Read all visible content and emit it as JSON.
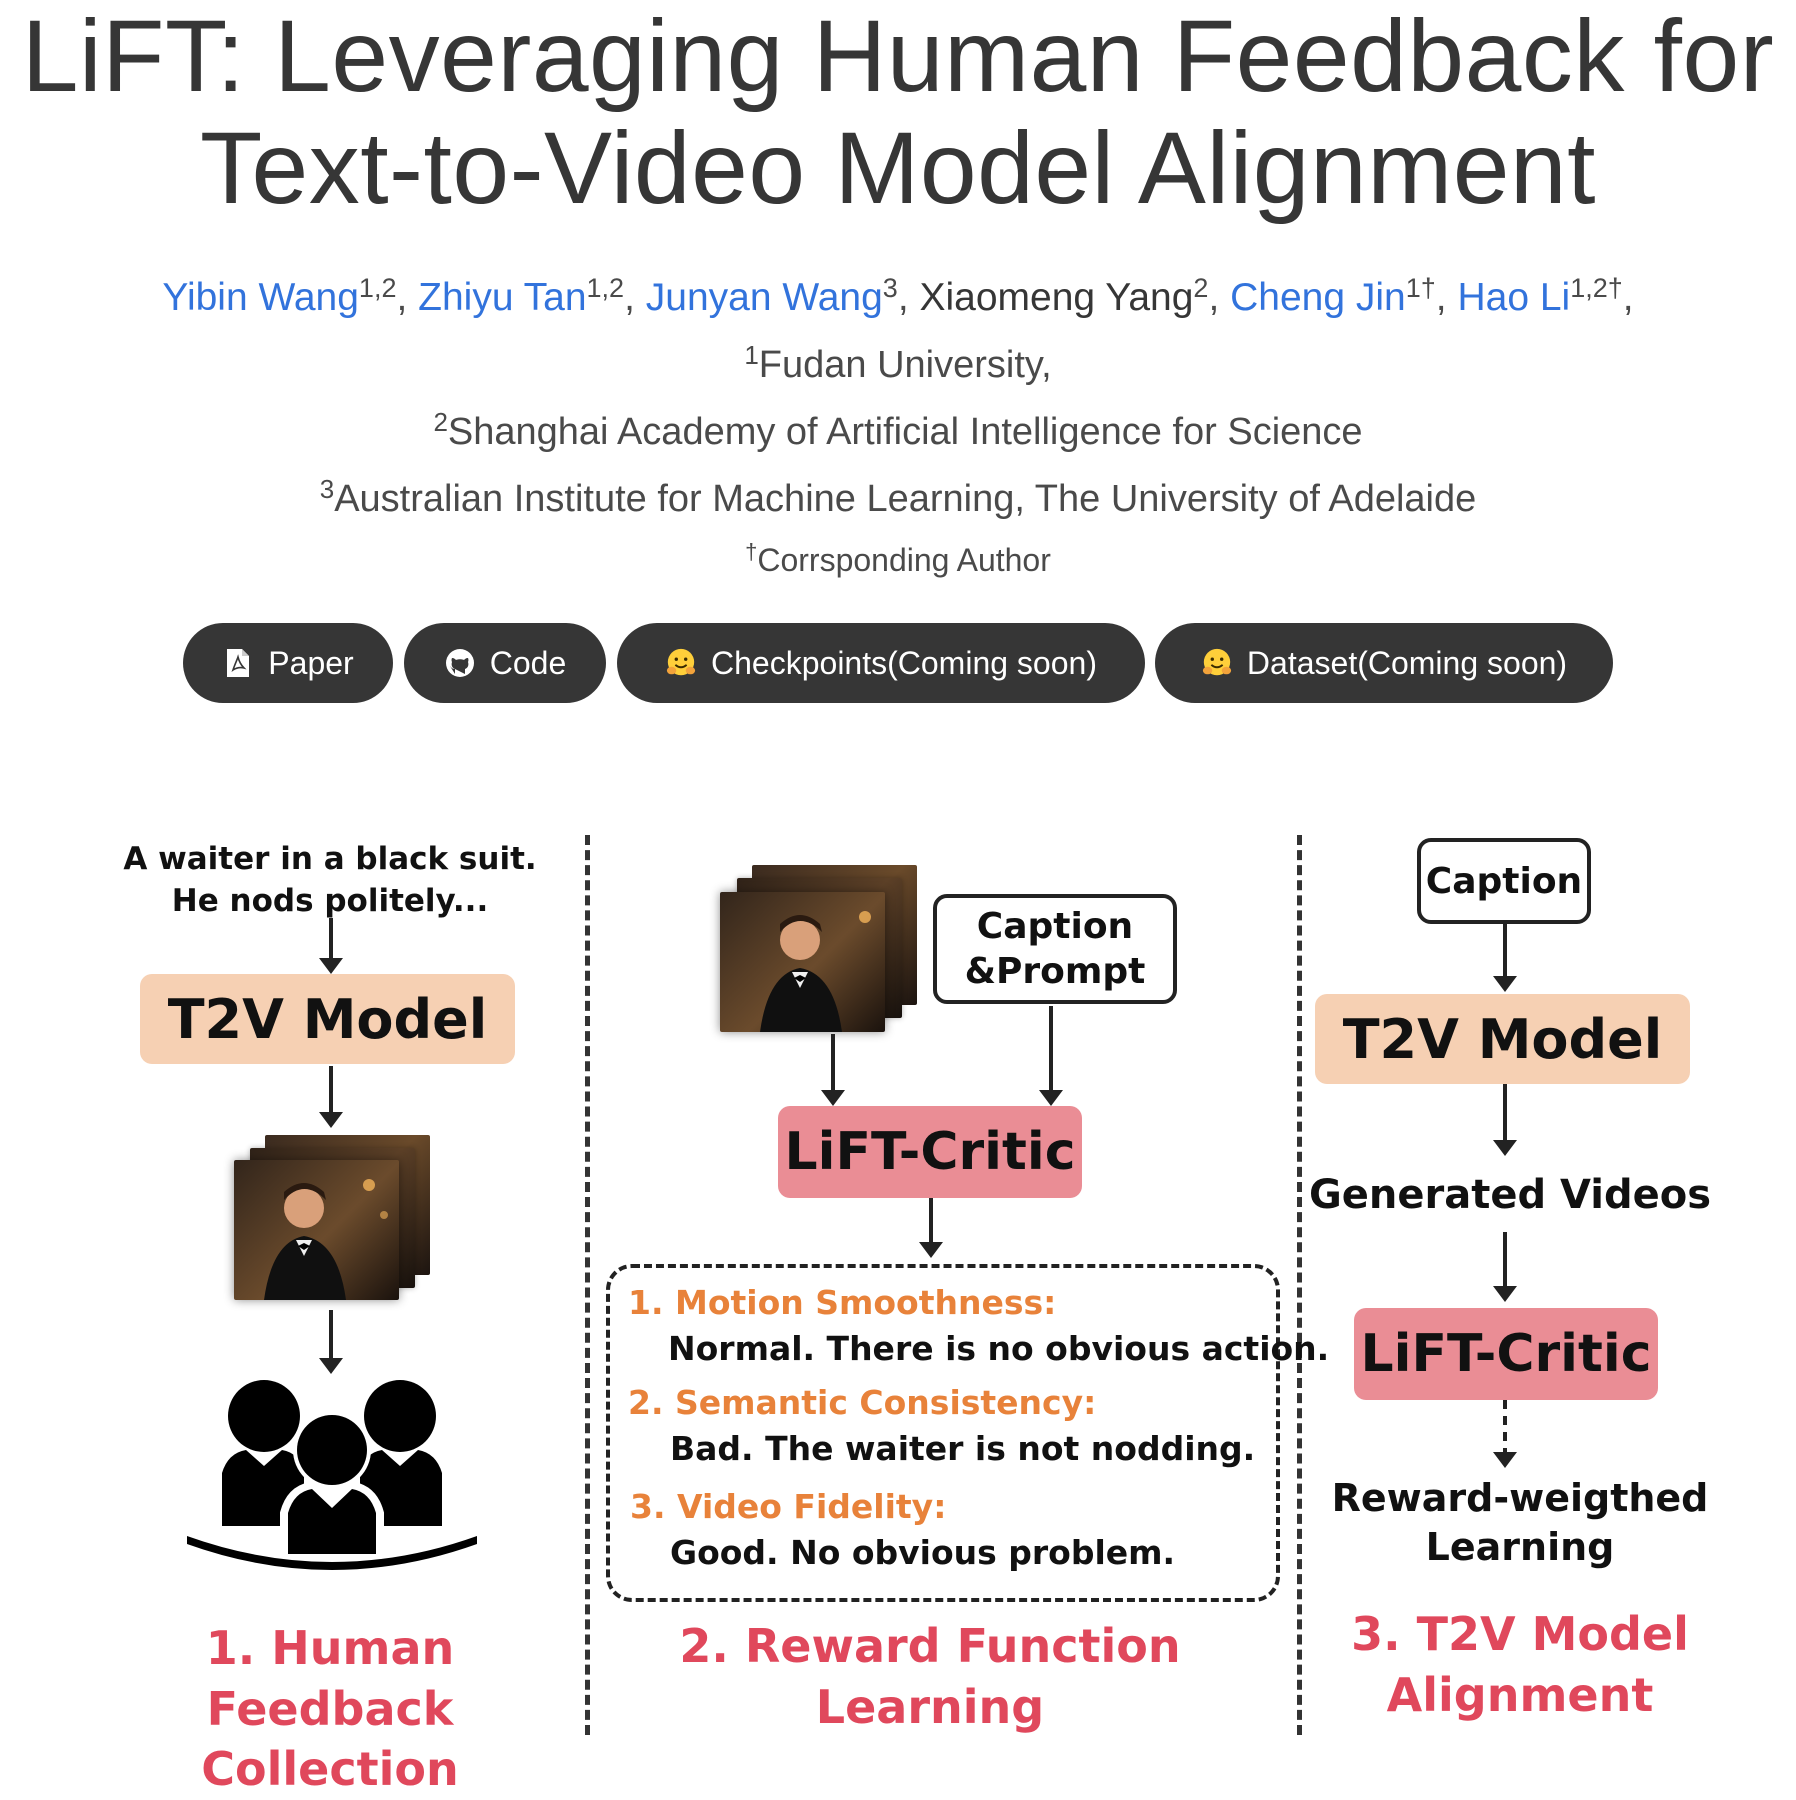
{
  "header": {
    "title_line1": "LiFT: Leveraging Human Feedback for",
    "title_line2": "Text-to-Video Model Alignment",
    "authors": [
      {
        "name": "Yibin Wang",
        "sup": "1,2",
        "linked": true
      },
      {
        "name": "Zhiyu Tan",
        "sup": "1,2",
        "linked": true
      },
      {
        "name": "Junyan Wang",
        "sup": "3",
        "linked": true
      },
      {
        "name": "Xiaomeng Yang",
        "sup": "2",
        "linked": false
      },
      {
        "name": "Cheng Jin",
        "sup": "1†",
        "linked": true
      },
      {
        "name": "Hao Li",
        "sup": "1,2†",
        "linked": true
      }
    ],
    "affiliations": [
      {
        "sup": "1",
        "text": "Fudan University,"
      },
      {
        "sup": "2",
        "text": "Shanghai Academy of Artificial Intelligence for Science"
      },
      {
        "sup": "3",
        "text": "Australian Institute for Machine Learning, The University of Adelaide"
      }
    ],
    "corresponding": {
      "sup": "†",
      "text": "Corrsponding Author"
    },
    "colors": {
      "link": "#3273dc",
      "text": "#363636",
      "button_bg": "#363636"
    }
  },
  "buttons": [
    {
      "label": "Paper",
      "icon": "pdf-icon"
    },
    {
      "label": "Code",
      "icon": "github-icon"
    },
    {
      "label": "Checkpoints(Coming soon)",
      "icon": "hugging-face-icon"
    },
    {
      "label": "Dataset(Coming soon)",
      "icon": "hugging-face-icon"
    }
  ],
  "figure": {
    "stage1": {
      "prompt_line1": "A waiter in a black suit.",
      "prompt_line2": "He nods politely...",
      "model": "T2V Model",
      "label_line1": "1. Human Feedback",
      "label_line2": "Collection"
    },
    "stage2": {
      "input": "Caption\n&Prompt",
      "input_line1": "Caption",
      "input_line2": "&Prompt",
      "critic": "LiFT-Critic",
      "feedback": [
        {
          "head": "1. Motion Smoothness:",
          "body": "Normal. There is no obvious action."
        },
        {
          "head": "2. Semantic Consistency:",
          "body": "Bad. The waiter is not nodding."
        },
        {
          "head": "3. Video Fidelity:",
          "body": "Good. No obvious problem."
        }
      ],
      "label_line1": "2. Reward Function",
      "label_line2": "Learning"
    },
    "stage3": {
      "caption": "Caption",
      "model": "T2V Model",
      "generated": "Generated Videos",
      "critic": "LiFT-Critic",
      "reward_line1": "Reward-weigthed",
      "reward_line2": "Learning",
      "label_line1": "3. T2V Model",
      "label_line2": "Alignment"
    },
    "colors": {
      "model_box": "#f6d0b3",
      "critic_box": "#ea8d95",
      "stage_label": "#e0485c",
      "feedback_head": "#e8823a"
    }
  }
}
